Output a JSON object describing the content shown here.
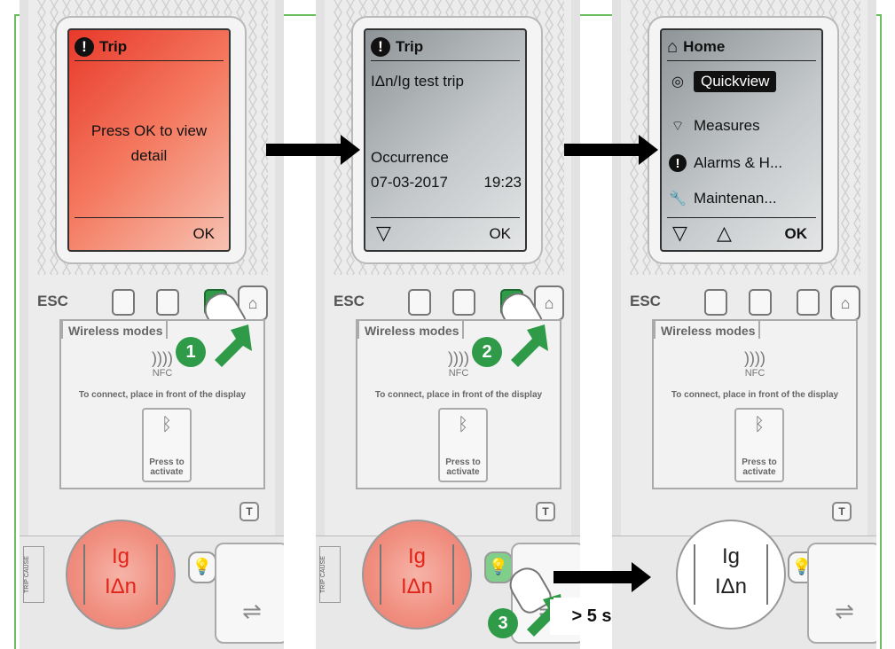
{
  "panels": [
    {
      "screen_title": "Trip",
      "screen_body": "Press OK to view detail",
      "footer_ok": "OK",
      "esc_label": "ESC",
      "wireless_tab": "Wireless modes",
      "nfc_label": "NFC",
      "connect_text": "To connect, place in front of the display",
      "bt_text_1": "Press to",
      "bt_text_2": "activate",
      "t_key": "T",
      "trip_cause": "TRIP CAUSE",
      "bubble_line1": "Ig",
      "bubble_line2": "IΔn",
      "step": "1"
    },
    {
      "screen_title": "Trip",
      "screen_line1": "IΔn/Ig test trip",
      "screen_line2": "Occurrence",
      "screen_date": "07-03-2017",
      "screen_time": "19:23",
      "footer_ok": "OK",
      "esc_label": "ESC",
      "wireless_tab": "Wireless modes",
      "nfc_label": "NFC",
      "connect_text": "To connect, place in front of the display",
      "bt_text_1": "Press to",
      "bt_text_2": "activate",
      "t_key": "T",
      "trip_cause": "TRIP CAUSE",
      "bubble_line1": "Ig",
      "bubble_line2": "IΔn",
      "step": "2",
      "step3": "3",
      "hold_label": "> 5 s"
    },
    {
      "screen_title": "Home",
      "menu": [
        "Quickview",
        "Measures",
        "Alarms & H...",
        "Maintenan..."
      ],
      "footer_ok": "OK",
      "esc_label": "ESC",
      "wireless_tab": "Wireless modes",
      "nfc_label": "NFC",
      "connect_text": "To connect, place in front of the display",
      "bt_text_1": "Press to",
      "bt_text_2": "activate",
      "t_key": "T",
      "bubble_line1": "Ig",
      "bubble_line2": "IΔn"
    }
  ],
  "icons": {
    "alert": "!",
    "home": "⌂",
    "eye": "◎",
    "measures": "⌔",
    "wrench": "🔧",
    "down": "▽",
    "up": "△",
    "bulb": "💡",
    "nfc": "))))",
    "bluetooth": "ᛒ",
    "usb": "⇌"
  },
  "colors": {
    "frame": "#6cbf5e",
    "ok_key": "#2f9a48",
    "trip_screen": "#e8392b",
    "alert_text": "#e1251b"
  }
}
